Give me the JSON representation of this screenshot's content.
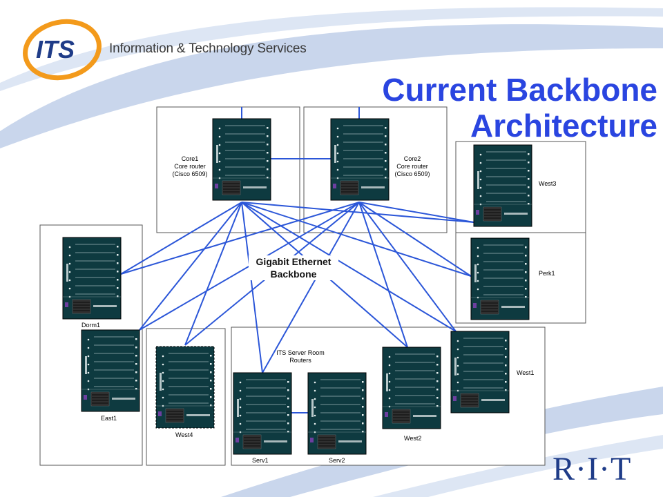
{
  "header": {
    "logo_text": "ITS",
    "tagline": "Information & Technology Services",
    "title_line1": "Current Backbone",
    "title_line2": "Architecture"
  },
  "backbone_label_line1": "Gigabit Ethernet",
  "backbone_label_line2": "Backbone",
  "server_room_label": "ITS Server Room Routers",
  "routers": [
    {
      "id": "core1",
      "label_lines": [
        "Core1",
        "Core router",
        "(Cisco 6509)"
      ]
    },
    {
      "id": "core2",
      "label_lines": [
        "Core2",
        "Core router",
        "(Cisco 6509)"
      ]
    },
    {
      "id": "west3",
      "label_lines": [
        "West3"
      ]
    },
    {
      "id": "perk1",
      "label_lines": [
        "Perk1"
      ]
    },
    {
      "id": "dorm1",
      "label_lines": [
        "Dorm1"
      ]
    },
    {
      "id": "east1",
      "label_lines": [
        "East1"
      ]
    },
    {
      "id": "west4",
      "label_lines": [
        "West4"
      ]
    },
    {
      "id": "serv1",
      "label_lines": [
        "Serv1"
      ]
    },
    {
      "id": "serv2",
      "label_lines": [
        "Serv2"
      ]
    },
    {
      "id": "west2",
      "label_lines": [
        "West2"
      ]
    },
    {
      "id": "west1",
      "label_lines": [
        "West1"
      ]
    }
  ],
  "footer_logo": "R·I·T",
  "colors": {
    "title": "#2a45e0",
    "links": "#2b56d8",
    "router_body": "#0e3a40",
    "swoosh": "#c9d6ec",
    "logo_orange": "#f39a1b",
    "logo_blue": "#1f3c88"
  }
}
